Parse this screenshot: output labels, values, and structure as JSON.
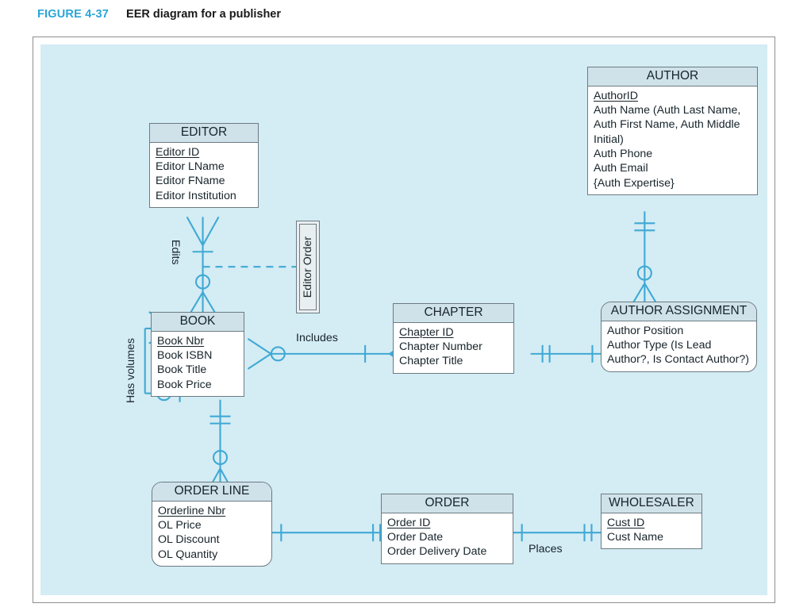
{
  "caption": {
    "figure_number": "FIGURE 4-37",
    "title": "EER diagram for a publisher",
    "accent_color": "#2aa6d6"
  },
  "diagram": {
    "type": "eer-crows-foot",
    "background_color": "#d4ecf4",
    "line_color": "#3fa9d4",
    "entity_header_color": "#cfe2ea",
    "entity_border_color": "#6d7b82",
    "entities": [
      {
        "id": "author",
        "name": "AUTHOR",
        "shape": "rectangle",
        "attributes": [
          {
            "text": "AuthorID",
            "key": true
          },
          {
            "text": "Auth Name (Auth Last Name, Auth First Name, Auth Middle Initial)",
            "key": false
          },
          {
            "text": "Auth Phone",
            "key": false
          },
          {
            "text": "Auth Email",
            "key": false
          },
          {
            "text": "{Auth Expertise}",
            "key": false
          }
        ]
      },
      {
        "id": "editor",
        "name": "EDITOR",
        "shape": "rectangle",
        "attributes": [
          {
            "text": "Editor ID",
            "key": true
          },
          {
            "text": "Editor LName",
            "key": false
          },
          {
            "text": "Editor FName",
            "key": false
          },
          {
            "text": "Editor Institution",
            "key": false
          }
        ]
      },
      {
        "id": "book",
        "name": "BOOK",
        "shape": "rectangle",
        "attributes": [
          {
            "text": "Book Nbr",
            "key": true
          },
          {
            "text": "Book ISBN",
            "key": false
          },
          {
            "text": "Book Title",
            "key": false
          },
          {
            "text": "Book Price",
            "key": false
          }
        ]
      },
      {
        "id": "chapter",
        "name": "CHAPTER",
        "shape": "rectangle",
        "attributes": [
          {
            "text": "Chapter ID",
            "key": true
          },
          {
            "text": "Chapter Number",
            "key": false
          },
          {
            "text": "Chapter Title",
            "key": false
          }
        ]
      },
      {
        "id": "author-assignment",
        "name": "AUTHOR ASSIGNMENT",
        "shape": "rounded-rectangle",
        "attributes": [
          {
            "text": "Author Position",
            "key": false
          },
          {
            "text": "Author Type (Is Lead Author?, Is Contact Author?)",
            "key": false
          }
        ]
      },
      {
        "id": "order-line",
        "name": "ORDER LINE",
        "shape": "rounded-rectangle",
        "attributes": [
          {
            "text": "Orderline Nbr",
            "key": true
          },
          {
            "text": "OL Price",
            "key": false
          },
          {
            "text": "OL Discount",
            "key": false
          },
          {
            "text": "OL Quantity",
            "key": false
          }
        ]
      },
      {
        "id": "order",
        "name": "ORDER",
        "shape": "rectangle",
        "attributes": [
          {
            "text": "Order ID",
            "key": true
          },
          {
            "text": "Order Date",
            "key": false
          },
          {
            "text": "Order Delivery Date",
            "key": false
          }
        ]
      },
      {
        "id": "wholesaler",
        "name": "WHOLESALER",
        "shape": "rectangle",
        "attributes": [
          {
            "text": "Cust ID",
            "key": true
          },
          {
            "text": "Cust Name",
            "key": false
          }
        ]
      }
    ],
    "relationship_labels": [
      {
        "id": "edits",
        "text": "Edits",
        "orientation": "vertical"
      },
      {
        "id": "has-volumes",
        "text": "Has volumes",
        "orientation": "vertical"
      },
      {
        "id": "includes",
        "text": "Includes",
        "orientation": "horizontal"
      },
      {
        "id": "places",
        "text": "Places",
        "orientation": "horizontal"
      }
    ],
    "attribute_boxes": [
      {
        "id": "editor-order",
        "text": "Editor Order",
        "orientation": "vertical"
      }
    ],
    "relationships": [
      {
        "from": "editor",
        "to": "book",
        "label": "Edits",
        "from_card": "one-and-only-one",
        "to_card": "zero-or-many",
        "associative_attribute": "Editor Order"
      },
      {
        "from": "book",
        "to": "book",
        "label": "Has volumes",
        "from_card": "zero-or-many",
        "to_card": "zero-or-one"
      },
      {
        "from": "book",
        "to": "chapter",
        "label": "Includes",
        "from_card": "zero-or-many",
        "to_card": "one-or-many"
      },
      {
        "from": "chapter",
        "to": "author-assignment",
        "label": "",
        "from_card": "one-and-only-one",
        "to_card": "one-or-many"
      },
      {
        "from": "author",
        "to": "author-assignment",
        "label": "",
        "from_card": "one-and-only-one",
        "to_card": "zero-or-many"
      },
      {
        "from": "book",
        "to": "order-line",
        "label": "",
        "from_card": "one-and-only-one",
        "to_card": "zero-or-many"
      },
      {
        "from": "order-line",
        "to": "order",
        "label": "",
        "from_card": "one-or-many",
        "to_card": "one-and-only-one"
      },
      {
        "from": "order",
        "to": "wholesaler",
        "label": "Places",
        "from_card": "one-or-many",
        "to_card": "one-and-only-one"
      }
    ]
  }
}
